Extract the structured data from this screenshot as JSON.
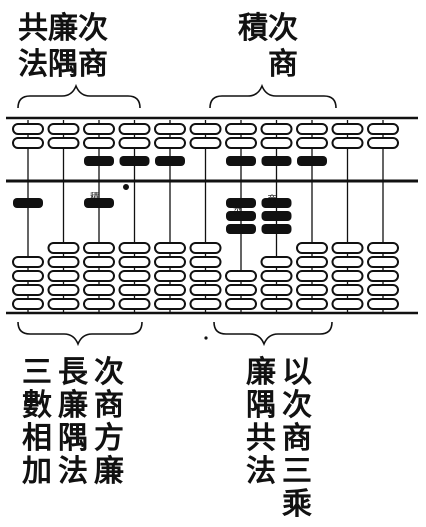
{
  "labels": {
    "top_left": [
      "共廉次",
      "法隅商"
    ],
    "top_right": [
      "積次",
      "商"
    ],
    "bottom_left_columns": [
      "三數相加",
      "長廉隅法",
      "次商方廉"
    ],
    "bottom_right_columns": [
      "廉隅共法",
      "以次商三乘"
    ]
  },
  "abacus": {
    "rods": 11,
    "upper_beads": [
      2,
      2,
      2,
      2,
      2,
      2,
      2,
      2,
      2,
      2,
      2
    ],
    "lower_beads": [
      4,
      5,
      5,
      5,
      5,
      5,
      3,
      4,
      5,
      5,
      5
    ],
    "counters_upper_filled_rods": [
      2,
      3,
      4,
      6,
      7,
      8
    ],
    "counters_lower_filled": [
      {
        "rod": 0,
        "count": 1
      },
      {
        "rod": 2,
        "count": 1
      },
      {
        "rod": 6,
        "count": 3
      },
      {
        "rod": 7,
        "count": 3
      }
    ],
    "small_marks": [
      "積",
      "次",
      "商"
    ]
  },
  "colors": {
    "ink": "#111111",
    "paper": "#ffffff"
  }
}
